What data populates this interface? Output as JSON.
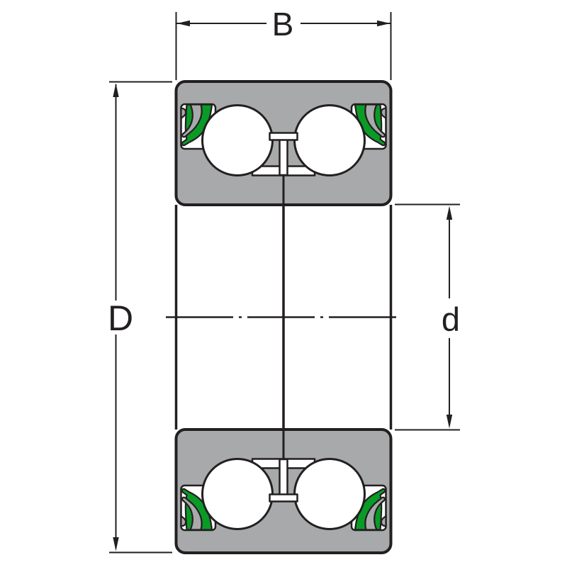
{
  "diagram": {
    "labels": {
      "width": "B",
      "outer_diameter": "D",
      "bore_diameter": "d"
    },
    "colors": {
      "line": "#231f20",
      "ring_fill": "#a7a9ab",
      "seal_rubber": "#0a9b27",
      "ball_fill": "#ffffff",
      "background": "#ffffff"
    },
    "parts": [
      "outer-ring",
      "inner-ring",
      "ball",
      "seal",
      "seal-shield",
      "cage",
      "bore-line",
      "axis-centerline"
    ]
  }
}
